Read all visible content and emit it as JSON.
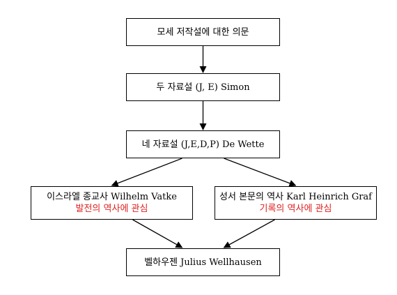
{
  "colors": {
    "border": "#000000",
    "accent": "#e02020",
    "arrow": "#000000"
  },
  "nodes": {
    "n1": {
      "line1": "모세 저작설에 대한 의문"
    },
    "n2": {
      "line1": "두 자료설 (J, E) Simon"
    },
    "n3": {
      "line1": "네 자료설  (J,E,D,P) De Wette"
    },
    "n4": {
      "line1": "이스라엘 종교사 Wilhelm Vatke",
      "line2": "발전의 역사에 관심"
    },
    "n5": {
      "line1": "성서 본문의 역사 Karl Heinrich Graf",
      "line2": "기록의 역사에 관심"
    },
    "n6": {
      "line1": "벨하우젠 Julius Wellhausen"
    }
  },
  "edges": [
    {
      "from": "n1",
      "to": "n2"
    },
    {
      "from": "n2",
      "to": "n3"
    },
    {
      "from": "n3",
      "to": "n4"
    },
    {
      "from": "n3",
      "to": "n5"
    },
    {
      "from": "n4",
      "to": "n6"
    },
    {
      "from": "n5",
      "to": "n6"
    }
  ]
}
